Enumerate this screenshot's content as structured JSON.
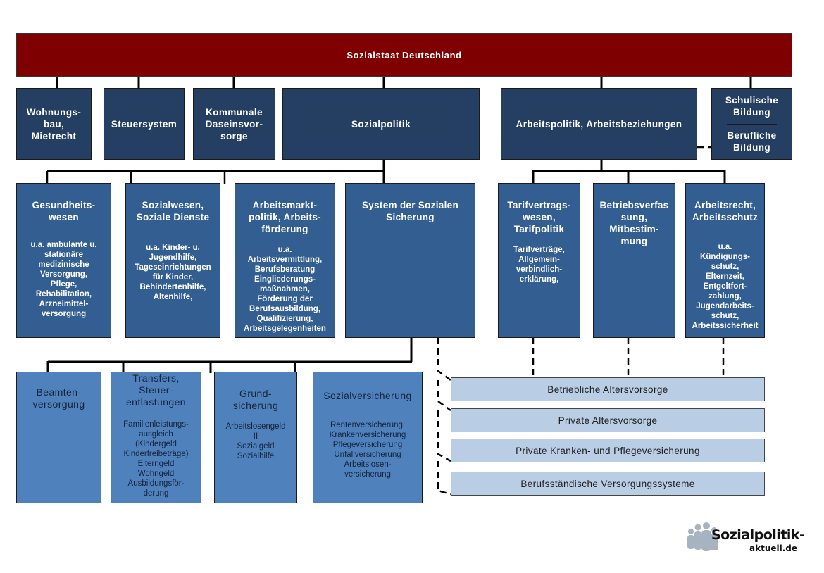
{
  "title": "Sozialstaat Deutschland",
  "level1": [
    {
      "id": "wohnungsbau",
      "label": "Wohnungs-\nbau,\nMietrecht"
    },
    {
      "id": "steuersystem",
      "label": "Steuersystem"
    },
    {
      "id": "kommunale",
      "label": "Kommunale\nDaseinsvor-\nsorge"
    },
    {
      "id": "sozialpolitik",
      "label": "Sozialpolitik"
    },
    {
      "id": "arbeitspolitik",
      "label": "Arbeitspolitik, Arbeitsbeziehungen"
    },
    {
      "id": "schulische",
      "label": "Schulische\nBildung"
    },
    {
      "id": "berufliche",
      "label": "Berufliche\nBildung"
    }
  ],
  "sozialpolitik_children": [
    {
      "title": "Gesundheits-\nwesen",
      "details": "u.a. ambulante u.\nstationäre\nmedizinische\nVersorgung,\nPflege,\nRehabilitation,\nArzneimittel-\nversorgung"
    },
    {
      "title": "Sozialwesen,\nSoziale Dienste",
      "details": "u.a. Kinder- u.\nJugendhilfe,\nTageseinrichtungen\nfür Kinder,\nBehindertenhilfe,\nAltenhilfe,"
    },
    {
      "title": "Arbeitsmarkt-\npolitik, Arbeits-\nförderung",
      "details": "u.a.\nArbeitsvermittlung,\nBerufsberatung\nEingliederungs-\nmaßnahmen,\nFörderung der\nBerufsausbildung,\nQualifizierung,\nArbeitsgelegenheiten"
    },
    {
      "title": "System der Sozialen\nSicherung",
      "details": ""
    }
  ],
  "arbeitspolitik_children": [
    {
      "title": "Tarifvertrags-\nwesen,\nTarifpolitik",
      "details": "Tarifverträge,\nAllgemein-\nverbindlich-\nerklärung,"
    },
    {
      "title": "Betriebsverfas\nsung,\nMitbestim-\nmung",
      "details": ""
    },
    {
      "title": "Arbeitsrecht,\nArbeitsschutz",
      "details": "u.a.\nKündigungs-\nschutz,\nElternzeit,\nEntgeltfort-\nzahlung,\nJugendarbeits-\nschutz,\nArbeitssicherheit"
    }
  ],
  "sicherung_children": [
    {
      "title": "Beamten-\nversorgung",
      "details": ""
    },
    {
      "title": "Transfers,\nSteuer-\nentlastungen",
      "details": "Familienleistungs-\nausgleich\n(Kindergeld\nKinderfreibeträge)\nElterngeld\nWohngeld\nAusbildungsför-\nderung"
    },
    {
      "title": "Grund-\nsicherung",
      "details": "Arbeitslosengeld\nII\nSozialgeld\nSozialhilfe"
    },
    {
      "title": "Sozialversicherung",
      "details": "Rentenversicherung.\nKrankenversicherung\nPflegeversicherung\nUnfallversicherung\nArbeitslosen-\nversicherung"
    }
  ],
  "private_systems": [
    "Betriebliche Altersvorsorge",
    "Private Altersvorsorge",
    "Private Kranken- und Pflegeversicherung",
    "Berufsständische Versorgungssysteme"
  ],
  "logo": {
    "name": "Sozialpolitik-",
    "sub": "aktuell.de"
  },
  "colors": {
    "root": "#7f0000",
    "level1": "#243f61",
    "level2": "#335e91",
    "level3": "#4f81bd",
    "private": "#b9cde5"
  }
}
